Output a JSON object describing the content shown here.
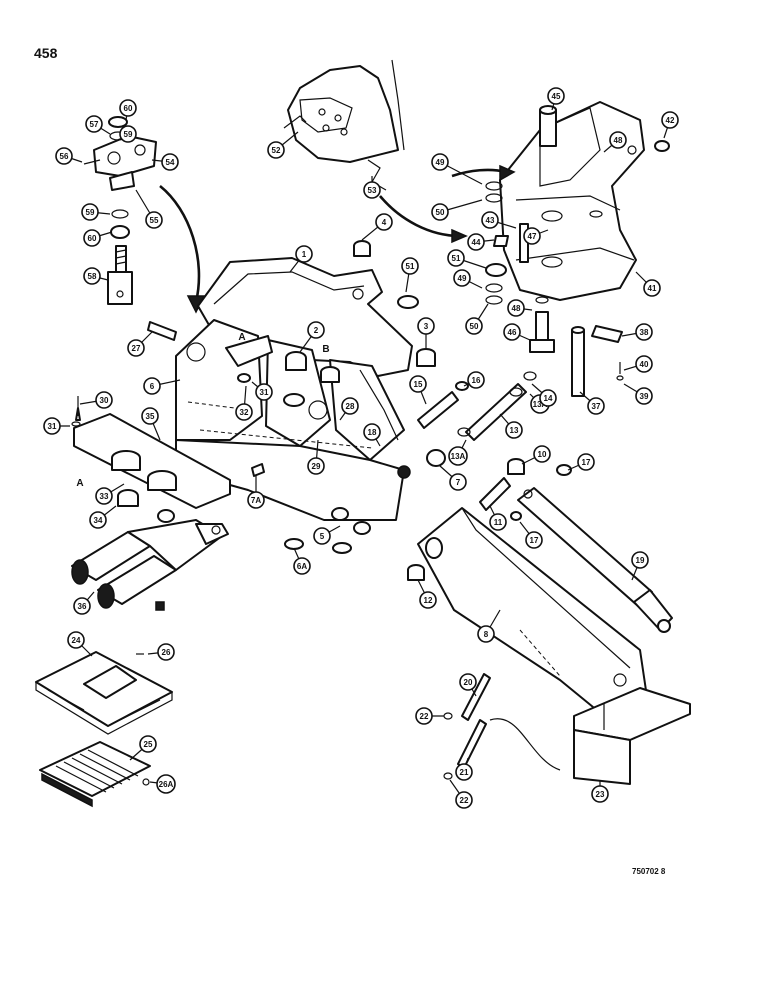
{
  "page": {
    "number": "458",
    "reference_code": "750702 8"
  },
  "markers": [
    "A",
    "A",
    "B"
  ],
  "callouts": [
    {
      "label": "1"
    },
    {
      "label": "2"
    },
    {
      "label": "3"
    },
    {
      "label": "4"
    },
    {
      "label": "5"
    },
    {
      "label": "6"
    },
    {
      "label": "6A"
    },
    {
      "label": "7"
    },
    {
      "label": "7A"
    },
    {
      "label": "8"
    },
    {
      "label": "10"
    },
    {
      "label": "11"
    },
    {
      "label": "12"
    },
    {
      "label": "13"
    },
    {
      "label": "13A"
    },
    {
      "label": "13A"
    },
    {
      "label": "14"
    },
    {
      "label": "15"
    },
    {
      "label": "16"
    },
    {
      "label": "17"
    },
    {
      "label": "17"
    },
    {
      "label": "18"
    },
    {
      "label": "19"
    },
    {
      "label": "20"
    },
    {
      "label": "21"
    },
    {
      "label": "22"
    },
    {
      "label": "22"
    },
    {
      "label": "23"
    },
    {
      "label": "24"
    },
    {
      "label": "25"
    },
    {
      "label": "26"
    },
    {
      "label": "26A"
    },
    {
      "label": "27"
    },
    {
      "label": "28"
    },
    {
      "label": "29"
    },
    {
      "label": "30"
    },
    {
      "label": "31"
    },
    {
      "label": "31"
    },
    {
      "label": "32"
    },
    {
      "label": "33"
    },
    {
      "label": "34"
    },
    {
      "label": "35"
    },
    {
      "label": "36"
    },
    {
      "label": "37"
    },
    {
      "label": "38"
    },
    {
      "label": "39"
    },
    {
      "label": "40"
    },
    {
      "label": "41"
    },
    {
      "label": "42"
    },
    {
      "label": "43"
    },
    {
      "label": "44"
    },
    {
      "label": "45"
    },
    {
      "label": "46"
    },
    {
      "label": "47"
    },
    {
      "label": "48"
    },
    {
      "label": "48"
    },
    {
      "label": "49"
    },
    {
      "label": "49"
    },
    {
      "label": "50"
    },
    {
      "label": "50"
    },
    {
      "label": "51"
    },
    {
      "label": "51"
    },
    {
      "label": "52"
    },
    {
      "label": "53"
    },
    {
      "label": "54"
    },
    {
      "label": "55"
    },
    {
      "label": "56"
    },
    {
      "label": "57"
    },
    {
      "label": "58"
    },
    {
      "label": "59"
    },
    {
      "label": "59"
    },
    {
      "label": "60"
    },
    {
      "label": "60"
    }
  ]
}
